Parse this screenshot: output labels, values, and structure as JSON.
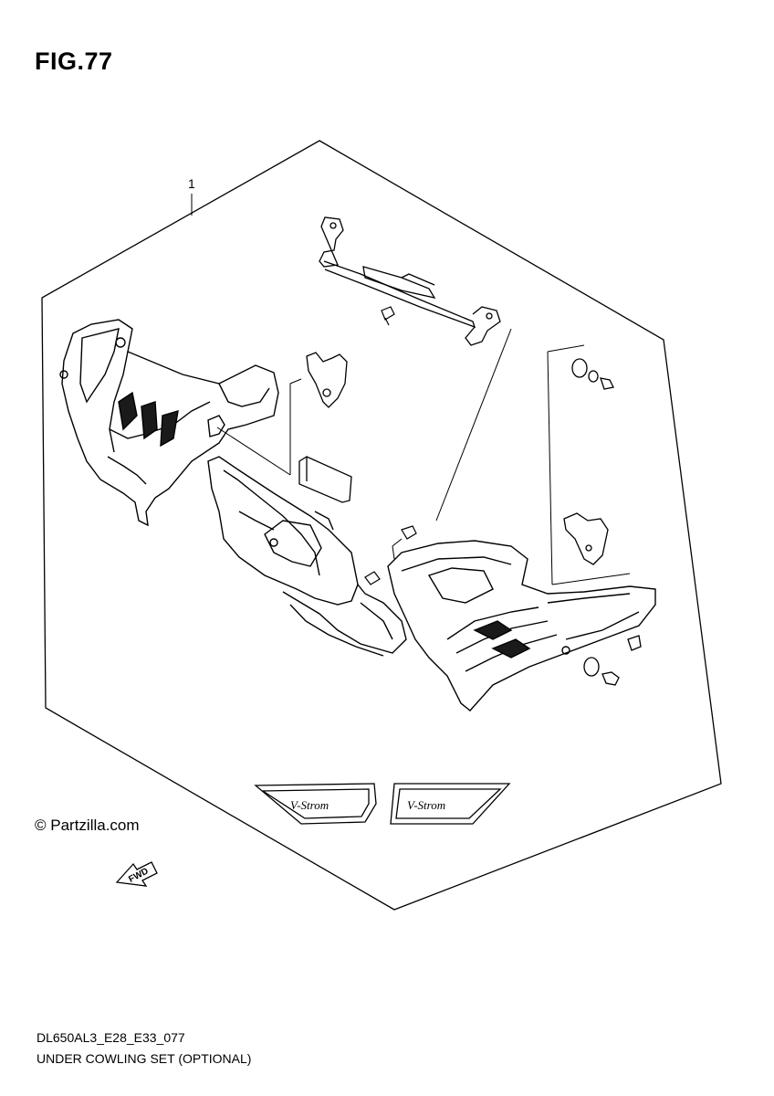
{
  "figure": {
    "title": "FIG.77",
    "callout_number": "1",
    "watermark": "© Partzilla.com",
    "diagram_code": "DL650AL3_E28_E33_077",
    "caption": "UNDER COWLING SET (OPTIONAL)",
    "fwd_label": "FWD",
    "decal_text": "V-Strom"
  },
  "colors": {
    "line": "#000000",
    "background": "#ffffff",
    "shade": "#1a1a1a"
  }
}
